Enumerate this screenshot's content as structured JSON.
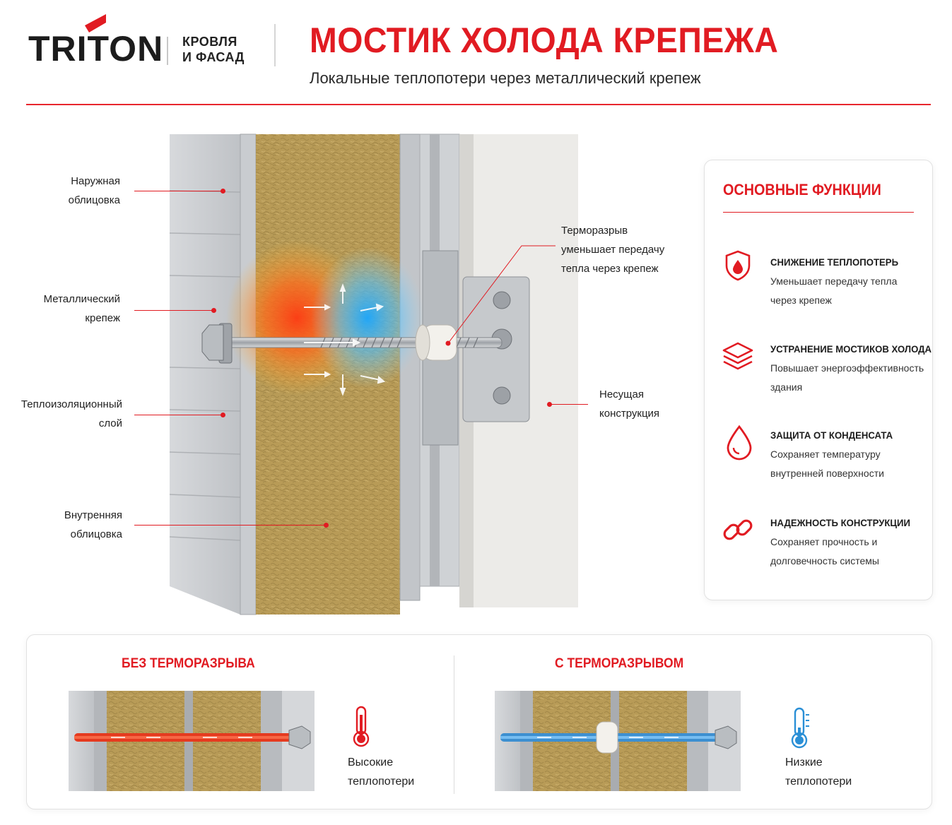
{
  "header": {
    "logo": "TRITON",
    "logo_sub": "КРОВЛЯ\nИ ФАСАД",
    "title": "МОСТИК ХОЛОДА КРЕПЕЖА",
    "subtitle": "Локальные теплопотери через металлический крепеж"
  },
  "labels": {
    "outer_cladding": "Наружная\nоблицовка",
    "metal_fastener": "Металлический\nкрепеж",
    "insulation": "Теплоизоляционный\nслой",
    "inner_cladding": "Внутренняя\nоблицовка",
    "thermal_break": "Терморазрыв\nуменьшает передачу\nтепла через крепеж",
    "bearing": "Несущая\nконструкция"
  },
  "functions": {
    "title": "ОСНОВНЫЕ ФУНКЦИИ",
    "items": [
      {
        "icon": "shield-drop-icon",
        "title": "СНИЖЕНИЕ ТЕПЛОПОТЕРЬ",
        "text": "Уменьшает передачу тепла\nчерез крепеж"
      },
      {
        "icon": "layers-icon",
        "title": "УСТРАНЕНИЕ МОСТИКОВ ХОЛОДА",
        "text": "Повышает энергоэффективность\nздания"
      },
      {
        "icon": "drop-icon",
        "title": "ЗАЩИТА ОТ КОНДЕНСАТА",
        "text": "Сохраняет температуру\nвнутренней поверхности"
      },
      {
        "icon": "chain-link-icon",
        "title": "НАДЕЖНОСТЬ КОНСТРУКЦИИ",
        "text": "Сохраняет прочность и\nдолговечность системы"
      }
    ]
  },
  "comparison": {
    "without": {
      "title": "БЕЗ ТЕРМОРАЗРЫВА",
      "result": "Высокие\nтеплопотери",
      "icon": "thermometer-hot-icon"
    },
    "with": {
      "title": "С ТЕРМОРАЗРЫВОМ",
      "result": "Низкие\nтеплопотери",
      "icon": "thermometer-cold-icon"
    }
  },
  "colors": {
    "accent": "#e11b22",
    "insulation": "#b59a55",
    "steel": "#b9bcc0",
    "warm": "#e8321c",
    "cold": "#2f9be0"
  }
}
